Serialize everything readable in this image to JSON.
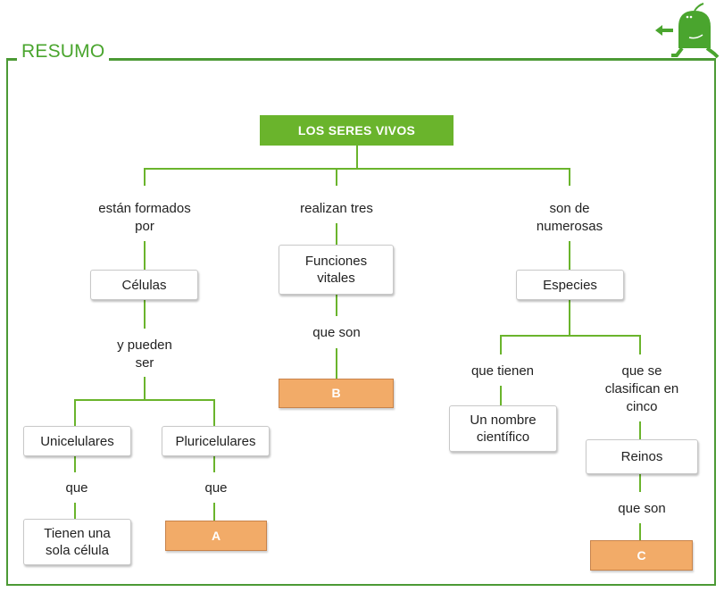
{
  "header": {
    "title": "RESUMO",
    "mascot_icon": "green-monster-walking-left-icon"
  },
  "colors": {
    "frame": "#4c9a35",
    "title": "#4aa52e",
    "root_fill": "#6ab42c",
    "connector": "#6ab42c",
    "answer_fill": "#f2ab68",
    "box_border": "#c8c8c8"
  },
  "diagram": {
    "root": "LOS SERES VIVOS",
    "branches": {
      "left": {
        "link": "están formados por",
        "link_lines": [
          "están formados",
          "por"
        ],
        "node": "Células",
        "sublink_lines": [
          "y pueden",
          "ser"
        ],
        "children": [
          {
            "node": "Unicelulares",
            "link": "que",
            "result_lines": [
              "Tienen una",
              "sola célula"
            ]
          },
          {
            "node": "Pluricelulares",
            "link": "que",
            "answer": "A"
          }
        ]
      },
      "middle": {
        "link": "realizan tres",
        "node_lines": [
          "Funciones",
          "vitales"
        ],
        "sublink": "que son",
        "answer": "B"
      },
      "right": {
        "link_lines": [
          "son de",
          "numerosas"
        ],
        "node": "Especies",
        "children": [
          {
            "link": "que tienen",
            "result_lines": [
              "Un nombre",
              "científico"
            ]
          },
          {
            "link_lines": [
              "que se",
              "clasifican en",
              "cinco"
            ],
            "node": "Reinos",
            "sublink": "que son",
            "answer": "C"
          }
        ]
      }
    }
  }
}
